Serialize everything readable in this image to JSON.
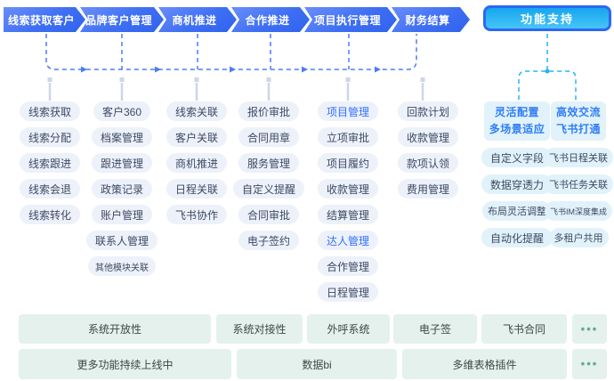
{
  "flow": {
    "stages": [
      {
        "label": "线索获取客户",
        "items": [
          "线索获取",
          "线索分配",
          "线索跟进",
          "线索会退",
          "线索转化"
        ]
      },
      {
        "label": "品牌客户管理",
        "items": [
          "客户360",
          "档案管理",
          "跟进管理",
          "政策记录",
          "账户管理",
          "联系人管理",
          "其他模块关联"
        ]
      },
      {
        "label": "商机推进",
        "items": [
          "线索关联",
          "客户关联",
          "商机推进",
          "日程关联",
          "飞书协作"
        ]
      },
      {
        "label": "合作推进",
        "items": [
          "报价审批",
          "合同用章",
          "服务管理",
          "自定义提醒",
          "合同审批",
          "电子签约"
        ]
      },
      {
        "label": "项目执行管理",
        "items": [
          "项目管理",
          "立项审批",
          "项目履约",
          "收款管理",
          "结算管理",
          "达人管理",
          "合作管理",
          "日程管理"
        ],
        "highlighted_items": [
          "项目管理",
          "达人管理"
        ]
      },
      {
        "label": "财务结算",
        "items": [
          "回款计划",
          "收款管理",
          "款项认领",
          "费用管理"
        ]
      }
    ]
  },
  "support": {
    "label": "功能支持",
    "groups": [
      {
        "title_line1": "灵活配置",
        "title_line2": "多场景适应",
        "items": [
          "自定义字段",
          "数据穿透力",
          "布局灵活调整",
          "自动化提醒"
        ]
      },
      {
        "title_line1": "高效交流",
        "title_line2": "飞书打通",
        "items": [
          "飞书日程关联",
          "飞书任务关联",
          "飞书IM深度集成",
          "多租户共用"
        ]
      }
    ]
  },
  "integrations": {
    "row1": [
      "系统开放性",
      "系统对接性",
      "外呼系统",
      "电子签",
      "飞书合同"
    ],
    "row2": [
      "更多功能持续上线中",
      "数据bi",
      "多维表格插件"
    ],
    "more_label": "•••"
  },
  "colors": {
    "stage_button_blue": "#3e6ff3",
    "support_fill_cyan": "#2fb7f4",
    "support_border_blue": "#2c68f2",
    "pill_background": "#edf1fa",
    "pill_text": "#3d4a63",
    "highlight_text": "#3370ff",
    "cyan_pill_background": "#e2f2fa",
    "cyan_header_text": "#2f7ef6",
    "flow_connector_blue": "#4c7df5",
    "support_connector_cyan": "#2ab3f0",
    "drop_line_gray": "#ccd6e8",
    "integration_background": "#e5f1ec",
    "integration_text": "#3c4a44",
    "ellipsis_green": "#67a98d"
  }
}
